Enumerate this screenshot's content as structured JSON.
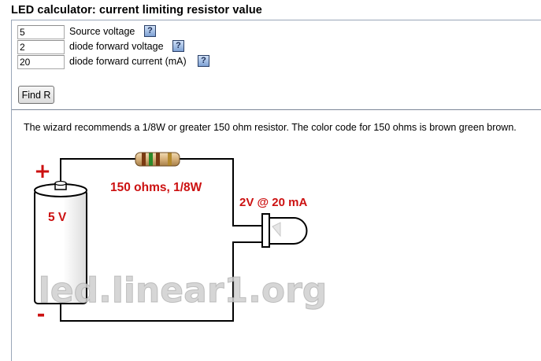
{
  "page": {
    "title": "LED calculator: current limiting resistor value"
  },
  "form": {
    "fields": [
      {
        "value": "5",
        "label": "Source voltage",
        "help_icon": "help-icon"
      },
      {
        "value": "2",
        "label": "diode forward voltage",
        "help_icon": "help-icon"
      },
      {
        "value": "20",
        "label": "diode forward current (mA)",
        "help_icon": "help-icon"
      }
    ],
    "help_glyph": "?",
    "find_button": "Find R"
  },
  "result": {
    "message": "The wizard recommends a 1/8W or greater 150 ohm resistor. The color code for 150 ohms is brown green brown.",
    "resistor_label": "150 ohms, 1/8W",
    "led_label": "2V @ 20 mA",
    "battery_label": "5 V",
    "plus_sign": "+",
    "minus_sign": "-",
    "watermark": "led.linear1.org",
    "band_colors": [
      "#7a3a12",
      "#2a8a2a",
      "#7a3a12",
      "#b48a2e"
    ],
    "accent_red": "#cc1111"
  }
}
